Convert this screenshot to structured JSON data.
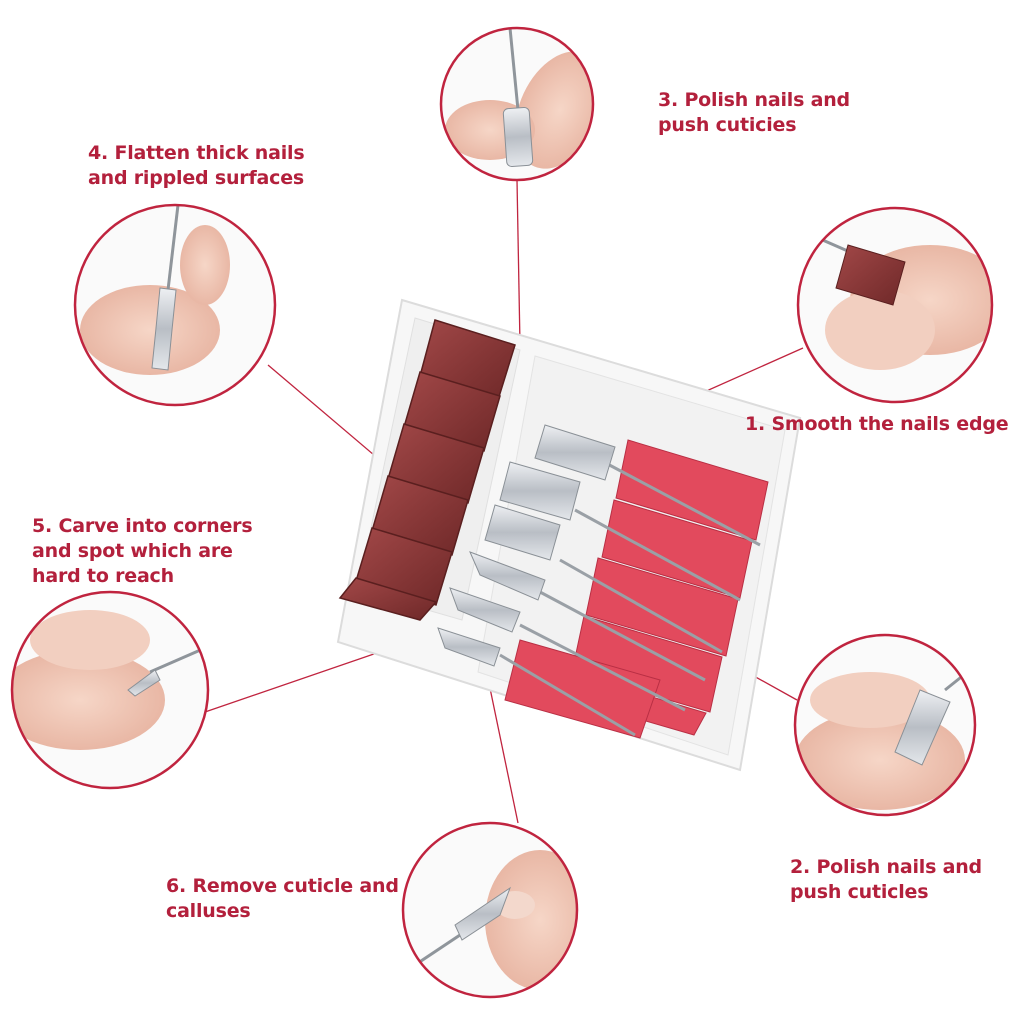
{
  "labels": {
    "step1": [
      "1. Smooth the nails edge"
    ],
    "step2": [
      "2. Polish nails and",
      "push cuticles"
    ],
    "step3": [
      "3. Polish nails and",
      "push cuticies"
    ],
    "step4": [
      "4. Flatten thick nails",
      "and rippled surfaces"
    ],
    "step5": [
      "5. Carve into corners",
      "and spot which are",
      "hard to reach"
    ],
    "step6": [
      "6. Remove cuticle and",
      "calluses"
    ]
  },
  "colors": {
    "accent": "#b3203c",
    "ring": "#c0243f",
    "sanding_band": "#8e3a3a",
    "sponge_block": "#e24a5d",
    "box": "#f7f7f7",
    "skin": "#f1c8b6",
    "metal": "#c9cdd2"
  }
}
